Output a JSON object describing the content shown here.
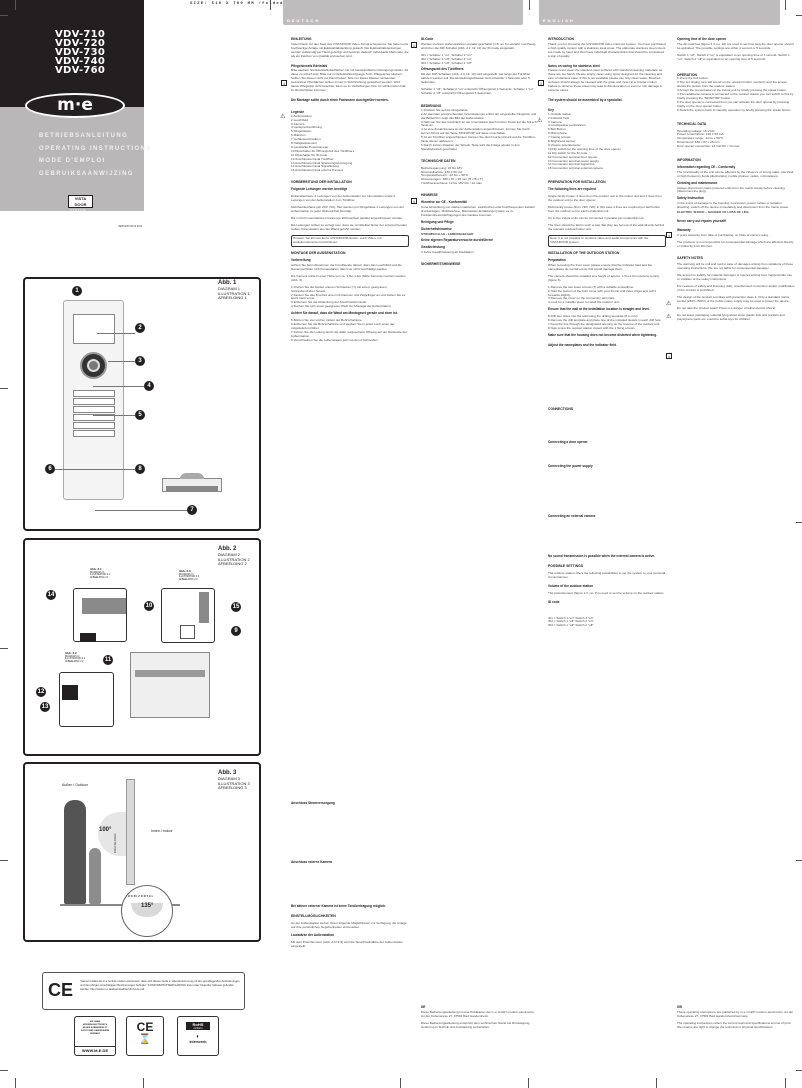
{
  "header": {
    "size_note": "SIZE: 510 X 700 MM /folded manual: 85 x 140 mm",
    "lang_de": "DEUTSCH",
    "lang_en": "ENGLISH"
  },
  "cover": {
    "models": [
      "VDV-710",
      "VDV-720",
      "VDV-730",
      "VDV-740",
      "VDV-760"
    ],
    "logo": "m·e",
    "titles": [
      "BETRIEBSANLEITUNG",
      "OPERATING INSTRUCTIONS",
      "MODE D'EMPLOI",
      "GEBRUIKSAANWIJZING"
    ],
    "brand_line1": "VISTA",
    "brand_line2": "DOOR",
    "brand_sub": "SYSTEM",
    "version": "VERSION 09 02 2011"
  },
  "figures": {
    "fig1": {
      "title": "Abb. 1",
      "lines": [
        "DIAGRAM 1",
        "ILLUSTRATION 1",
        "AFBEELDING 1"
      ],
      "callouts": [
        "1",
        "2",
        "3",
        "4",
        "5",
        "6",
        "7",
        "8"
      ]
    },
    "fig2": {
      "title": "Abb. 2",
      "lines": [
        "DIAGRAM 2",
        "ILLUSTRATION 2",
        "AFBEELDING 2"
      ],
      "sub1": {
        "title": "Abb. 2.1",
        "lines": [
          "DIAGRAM 2.1",
          "ILLUSTRATION 2.1",
          "AFBEELDING 2.1"
        ]
      },
      "sub2": {
        "title": "Abb. 2.2",
        "lines": [
          "DIAGRAM 2.2",
          "ILLUSTRATION 2.2",
          "AFBEELDING 2.2"
        ]
      },
      "sub3": {
        "title": "Abb. 2.3",
        "lines": [
          "DIAGRAM 2.3",
          "ILLUSTRATION 2.3",
          "AFBEELDING 2.3"
        ]
      },
      "callouts": [
        "9",
        "10",
        "11",
        "12",
        "13",
        "14",
        "15"
      ]
    },
    "fig3": {
      "title": "Abb. 3",
      "lines": [
        "DIAGRAM 3",
        "ILLUSTRATION 3",
        "AFBEELDING 3"
      ],
      "outdoor": "Außen / Outdoor",
      "indoor": "Innen / Indoor",
      "vertical_angle": "100°",
      "height": "150cm bis 160cm",
      "horizontal_label": "HORIZONTAL",
      "horizontal_angle": "135°"
    }
  },
  "footer": {
    "ce_text": "\"Hiermit erklärt die m-e GmbH modern-electronics, dass sich dieses Gerät in Übereinstimmung mit den grundlegenden Anforderungen und den übrigen einschlägigen Bestimmungen befindet.\" KONFORMITÄTSERKLÄRUNG kann unter folgender Adresse gefunden werden: http://www.m-e.de/download/ce/vdv7xxce.pdf",
    "ce_mark": "CE",
    "address_lines": [
      "M-E GMBH",
      "MODERN-ELECTRONICS",
      "AN DER KOBENWIESE 27",
      "D-31613 BAD GANDERSHEIM",
      "GERMANY"
    ],
    "website": "WWW.M-E.DE",
    "rohs": "RoHS",
    "rohs_sub": "conform",
    "interseroh": "Interseroh"
  },
  "de_col1": {
    "intro_title": "EINLEITUNG",
    "intro_text": "Vielen Dank, für den Kauf des VISTADOOR Video-Türsprechsystems. Sie haben eine hochwertige Anlage mit Edelstahlabdeckung gekauft. Die Edelstahlabdeckungen werden aufwendig per Hand gefertigt und besitzen dadurch individuelle Merkmale, die als ein Zeichen von Qualität anzusehen sind.",
    "care_title": "Pflegehinweis Edelstahl",
    "care_text": "Bitte säubern Sie Edelstahloberflächen nie mit handelsüblichen Reinigungsmitteln, da diese zu scharf sind. Bitte nur mit Edelstahlreinigungs-Tuch, Pflegespray säubern. Sollten Sie diesen nicht zur Hand haben, bitte nur klares Wasser verwenden. Gebürstete Oberflächen sollten immer in Strichrichtung gesäubert werden. Wird dieser Pflegetipp nicht beachtet, kann es zu Verfärbungen bzw. im schlimmsten Fall zu Rostschäden kommen.",
    "warning": "Die Montage sollte durch einen Fachmann durchgeführt werden.",
    "legend_title": "Legende",
    "legend": [
      "1 Außenstation",
      "2 Leuchtfeld",
      "3 Kamera",
      "4 Lautsprecheröffnung",
      "5 Klingeltasten",
      "6 Mikrofon",
      "7 Gehäuseschrauben",
      "8 Helligkeitssensor",
      "9 Lautstärke-Potentiometer",
      "10 Dipschalter für Öffnungszeit des Türöffners",
      "11 Dipschalter für ID-Code",
      "12 Anschlussterminal Türöffner",
      "13 Anschlussterminal Spannungsversorgung",
      "14 Anschlussterminal Signalleitung",
      "15 Anschlussterminal externe Kamera"
    ],
    "prep_title": "VORBEREITUNG DER INSTALLATION",
    "prep_sub": "Folgende Leitungen werden benötigt",
    "prep_text1": "Einfamilienhaus: 4 Leitungen von der Außenstation zur Innenstation sowie 2 Leitungen von der Außenstation zum Türöffner.",
    "prep_text2": "Mehrfamilienhaus (ab VDV 720): Hier werden pro Klingeltaste 4 Leitungen von der Außenstation zu jeder Wohneinheit benötigt.",
    "prep_text3": "Bis zu fünf Innenstationen können je Wohneinheit parallel angeschlossen werden.",
    "prep_text4": "Die Leitungen sollten so verlegt sein, dass sie unmittelbar hinter der entsprechenden Außen-/Innenstation aus der Wand geführt werden.",
    "note": "Hinweis: Sie können keine VISTADOOR-Serien- auch Video- mit Audiokomponenten kombinieren.",
    "mount_title": "MONTAGE DER AUSSENSTATION",
    "mount_sub": "Vorbereitung",
    "mount_text": "Achten Sie beim Abnehmen der Frontblende darauf, dass das Leuchtfeld und die Namensschilder nicht herausfallen, damit sie nicht beschädigt werden.",
    "mount_text2": "Die Kamera sollte in einer Höhe von ca. 1,5m-1,6m (Mitte Kamera) montiert werden (Abb. 3).",
    "steps": [
      "1 Drehen Sie die beiden unteren Schrauben (7) mit einem geeigneten Schraubendreher heraus.",
      "2 Fassen Sie das Frontteil unten mit Daumen und Zeigefinger an und ziehen Sie es leicht nach vorne.",
      "3 Entfernen Sie die Abdeckung der Anschlussterminals.",
      "4 Suchen Sie sich einen geeigneten Platz zur Montage der Außenstation."
    ],
    "note2": "Achten Sie darauf, dass die Wand am Montageort gerade und eben ist.",
    "steps2": [
      "5 Bohren Sie vier Löcher mittels der Bohrschablone.",
      "6 Entfernen Sie die Bohrschablone und stecken Sie in jedes Loch einen der mitgelieferten Dübel.",
      "7 Führen Sie die Leitung durch die dafür vorgesehene Öffnung auf der Rückseite der Außenstation.",
      "8 Verschrauben Sie die Außenstation jetzt mit den 4 Schrauben."
    ]
  },
  "de_col2": {
    "id_title": "ID-Code",
    "id_text": "Werden mehrere Außenstationen parallel geschaltet (z.B. an Tor-einfahrt und Haus), wird über die DIP-Schalter (Abb. 2.2, Nr. 11) der ID-Code eingestellt.",
    "id_codes": [
      "ID1 = Schalter 1 \"on\", Schalter 2 \"on\"",
      "ID2 = Schalter 1 \"off\", Schalter 2 \"on\"",
      "ID3 = Schalter 1 \"off\", Schalter 2 \"off\""
    ],
    "open_title": "Öffnungszeit des Türöffners",
    "open_text": "Mit den DIP-Schaltern (Abb. 2.3, Nr. 10) wird eingestellt, wie lange der Türöffner aktiviert werden soll. Die Einstellmöglichkeiten sind entweder 1 Sekunde oder 5 Sekunden.",
    "open_text2": "Schalter 1 \"off\", Schalter 2 \"on\" entspricht Öffnungszeit 1 Sekunde. Schalter 1 \"on\", Schalter 2 \"off\" entspricht Öffnungszeit 5 Sekunden.",
    "op_title": "BEDIENUNG",
    "op_steps": [
      "1 Drücken Sie auf die Klingeltaste.",
      "2 An dem/den entsprechenden Innenstation/en ertönt der eingestellte Klingelton und der Bildschirm zeigt das Bild der Außenstation.",
      "3 Nehmen Sie das Gespräch an der Innenstation durch kurzen Druck auf die Sprech-Taste an.",
      "4 Ist eine Zusatzkamera an der Außenstation angeschlossen, können Sie durch kurzen Druck auf die Taste \"MONITOR\" auf diese umschalten.",
      "5 Ist ein Türöffner angeschlossen, können Sie durch kurzen Druck auf die Türöffner-Taste diesen aktivieren.",
      "6 Durch kurzes Drücken der Sprech-Taste wird die Anlage wieder in den Standbybetrieb geschaltet."
    ],
    "tech_title": "TECHNISCHE DATEN",
    "tech": [
      "Betriebsspannung: 15 bis 18V",
      "Stromaufnahme: 130 ± 50 mA",
      "Temperaturbereich: -10 bis + 50°C",
      "Abmessungen: 180 x 87 x 28 mm (H x B x T)",
      "Türöffneranschluss: 12 bis 18V DC / 1A max."
    ],
    "notes_title": "HINWEISE",
    "ce_title": "Hinweise zur CE - Konformität",
    "ce_text": "Unter Einwirkung von starken statischen, elektrischen oder hochfrequenten Feldern (Funkanlagen, Mobiltelefone, Mikrowellen-Entladungen) kann es zu Funktionsbeeinträchtigungen des Gerätes kommen.",
    "care_title": "Reinigung und Pflege",
    "safety_title": "Sicherheitshinweise",
    "safety_warning": "STROMSCHLAG - LEBENSGEFAHR",
    "repair_warning": "Keine eigenen Reparaturversuche durchführen!",
    "warranty_title": "Gewährleistung",
    "warranty_text": "2 Jahre Gewährleistung ab Kaufdatum.",
    "safety_notes_title": "SICHERHEITSHINWEISE",
    "power_title": "Anschluss Stromversorgung",
    "camera_title": "Anschluss externe Kamera",
    "camera_bold": "Bei aktiver externer Kamera ist keine Tonübertragung möglich.",
    "settings_title": "EINSTELLMÖGLICHKEITEN",
    "settings_text": "An der Außenstation stehen Ihnen folgende Möglichkeiten zur Verfügung, die Anlage auf Ihre persönlichen Gegebenheiten einzustellen.",
    "volume_title": "Lautstärke der Außenstation",
    "volume_text": "Mit dem Potentiometer (Abb. 2.3 Nr.9) wird die Sprachlautstärke der Außenstation eingestellt.",
    "imprint_title": "DE",
    "imprint_text": "Diese Bedienungsanleitung ist eine Publikation der m-e GmbH modern-electronics, An der Kobenwiese 27, 37581 Bad Gandersheim.",
    "imprint_text2": "Diese Bedienungsanleitung entspricht dem technischen Stand bei Drucklegung. Änderung in Technik und Ausstattung vorbehalten."
  },
  "en_col1": {
    "intro_title": "INTRODUCTION",
    "intro_text": "Thank you for choosing the VISTADOOR video intercom system. You have purchased a high quality system with a stainless steel cover. The elaborate stainless steel covers are made by hand and thus have individual characteristics that should be considered a sign of quality.",
    "care_title": "Notes on caring for stainless steel",
    "care_text": "Please never clean the stainless steel surfaces with standard cleaning materials, as these are too harsh. Please simply clean using spray designed for the cleaning and care of stainless steel. If this is not available please use only clean water. Brushed surfaces should always be cleaned with the grain and never in a circular motion. Failure to observe these notes may lead to discolouration or even to rust damage in extreme cases.",
    "warning": "The system should be assembled by a specialist.",
    "key_title": "Key",
    "key": [
      "1 Outside station",
      "2 Indicator field",
      "3 Camera",
      "4 Loudspeaker perforations",
      "5 Bell Button",
      "6 Microphone",
      "7 Casing screws",
      "8 Brightness sensor",
      "9 Volume potentiometer",
      "10 Dip switch for the opening time of the door opener",
      "11 Dip switch for the ID code",
      "12 Connection terminal door opener",
      "13 Connection terminal power supply",
      "14 Connection terminal signal line",
      "15 Connection terminal external camera"
    ],
    "prep_title": "PREPARATION FOR INSTALLATION",
    "prep_sub": "The following lines are required",
    "prep_text1": "Single family house: 4 lines from the outdoor unit to the indoor unit and 2 lines from the outdoor unit to the door opener.",
    "prep_text2": "Multi family house (from VDV 720): in this case 4 lines are required per bell button from the outdoor unit to each residential unit.",
    "prep_text3": "Up to five indoor units can be connected in parallel per residential unit.",
    "prep_text4": "The lines should be laid in such a way that they are fed out of the wall directly behind the relevant outdoor/indoor unit.",
    "note": "Note: It is not possible to combine video and audio components with the VISTADOOR system.",
    "install_title": "INSTALLATION OF THE OUTDOOR STATION",
    "prep2": "Preparation",
    "prep2_text": "When removing the front cover please ensure that the indicator field and the nameplates do not fall out as this would damage them.",
    "camera_height": "The camera should be installed at a height of approx. 1.5m-1.6m (camera centre) (figure 3).",
    "steps": [
      "1 Remove the two lower screws (7) with a suitable screwdriver.",
      "2 Hold the bottom of the front cover with your thumb and index finger and pull it forwards slightly.",
      "3 Remove the cover on the connection terminals.",
      "4 Look for a suitable place to install the outdoor unit."
    ],
    "note2": "Ensure that the wall at the installation location is straight and level.",
    "steps2": [
      "5 Drill four holes into the wall using the drilling template (8 in mm).",
      "6 Remove the drill template and place one of the included dowels in each drill hole.",
      "7 Feed the line through the designated opening on the reverse of the outdoor unit.",
      "8 Now screw the outdoor station closed with the 4 fixing screws."
    ],
    "bold2": "Make sure that the housing does not become distorted when tightening.",
    "nameplate_title": "Adjust the nameplates and the indicator field.",
    "connections_title": "CONNECTIONS",
    "door_title": "Connecting a door opener",
    "power_title": "Connecting the power supply",
    "camera_title": "Connecting an external camera",
    "camera_bold": "No sound transmission is possible when the external camera is active.",
    "settings_title": "POSSIBLE SETTINGS",
    "settings_text": "The outdoor station offers the following possibilities to set the system to your personal circumstances.",
    "volume_title": "Volume of the outdoor station",
    "volume_text": "The potentiometer (figure 2.3, no. 9) is used to set the volume on the outdoor station.",
    "id_title": "ID code",
    "id_codes": [
      "ID1 = Switch 1 \"on\" Switch 2 \"on\"",
      "ID2 = Switch 1 \"off\" Switch 2 \"on\"",
      "ID3 = Switch 1 \"off\" Switch 2 \"off\""
    ]
  },
  "en_col2": {
    "open_title": "Opening time of the door opener",
    "open_text": "The dip switches (figure 2.3, no. 10) are used to set how long the door opener should be activated. The possible settings are either 1 second or 5 seconds.",
    "open_text2": "Switch 1 \"off\", Switch 2 \"on\" is equivalent to an opening time of 1 second. Switch 1 \"on\", Switch 2 \"off\" is equivalent to an opening time of 5 seconds.",
    "op_title": "OPERATION",
    "op_steps": [
      "1 Press the bell button.",
      "2 The set ringing tone will sound on the relevant indoor monitor/s and the screen shows the picture from the outdoor station.",
      "3 Accept the conversation at the indoor unit by briefly pressing the speak button.",
      "4 If an additional camera is connected to the outdoor station you can switch to this by briefly pressing the \"MONITOR\" button.",
      "5 If a door opener is connected then you can activate the door opener by pressing briefly on the door opener button.",
      "6 Switch the system back to standby operation by briefly pressing the speak button."
    ],
    "tech_title": "TECHNICAL DATA",
    "tech": [
      "Operating voltage: 15 V DC",
      "Power consumption: 130 ± 50 mA",
      "Temperature range: -10 to + 50°C",
      "Dimensions: 180 x 87 x 28 mm",
      "Door opener connection: 12 Volt DC / 1A max."
    ],
    "info_title": "INFORMATION",
    "ce_title": "Information regarding CE - Conformity",
    "ce_text": "The functionality of the unit can be affected by the influence of strong static, electrical or high frequency fields (discharging, mobile phones, radios, microwaves).",
    "clean_title": "Cleaning and maintenance",
    "clean_text": "Always disconnect mains powered units from the mains supply before cleaning (disconnect the plug).",
    "safety_title": "Safety instruction",
    "safety_text": "In the event of damage to the housing, connectors, power cables or isolation shielding, switch off the device immediately and disconnect from the mains power.",
    "safety_bold": "ELECTRIC SHOCK – DANGER OF LOSS OF LIFE.",
    "repair_warning": "Never carry out repairs yourself!",
    "warranty_title": "Warranty",
    "warranty_text": "2 years warranty from date of purchasing, on base of correct using.",
    "warranty_text2": "The producer is not responsible for consequential damage which are affected directly or indirectly from this item.",
    "safety_notes_title": "SAFETY NOTES",
    "safety_notes": [
      "The warranty will be null and void in case of damages arising from violations of these operating instructions. We are not liable for consequential damage!",
      "We accept no liability for material damages or injuries arising from inappropriate use or violation of the safety instructions.",
      "For reasons of safety and licensing (CE), unauthorised conversion and/or modification of the product is prohibited.",
      "The design of the product complies with protection class 1. Only a standard mains socket (230V~/50Hz) of the public mains supply may be used to power the device.",
      "Do not take the product apart! There is a danger of lethal electric shock!",
      "Do not leave packaging material lying about since plastic foils and pockets and polystyrene parts etc. could be lethal toys for children."
    ],
    "imprint_title": "GB",
    "imprint_text": "These operating instructions are published by m-e GmbH modern-electronics, An der Kobenwiese 27, 37581 Bad Gandersheim/Germany.",
    "imprint_text2": "The operating instructions reflect the current technical specifications at time of print. We reserve the right to change the technical or physical specifications."
  }
}
